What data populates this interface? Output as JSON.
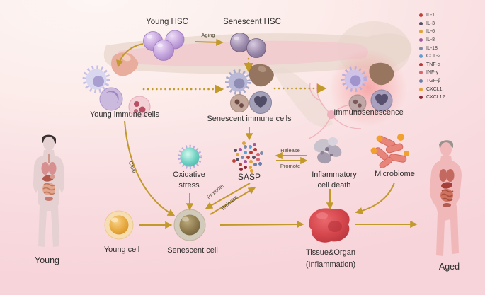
{
  "nodes": {
    "young_hsc": "Young HSC",
    "senescent_hsc": "Senescent HSC",
    "young_immune_cells": "Young immune cells",
    "senescent_immune_cells": "Senescent immune cells",
    "immunosenescence": "Immunosenescence",
    "oxidative_stress_l1": "Oxidative",
    "oxidative_stress_l2": "stress",
    "sasp": "SASP",
    "inflammatory_l1": "Inflammatory",
    "inflammatory_l2": "cell death",
    "microbiome": "Microbiome",
    "young_cell": "Young cell",
    "senescent_cell": "Senescent cell",
    "tissue_l1": "Tissue&Organ",
    "tissue_l2": "(Inflammation)",
    "young_person": "Young",
    "aged_person": "Aged"
  },
  "edge_labels": {
    "aging": "Aging",
    "clear": "Clear",
    "promote_diagonal": "Promote",
    "release_diagonal": "Release",
    "release_horizontal": "Release",
    "promote_horizontal": "Promote"
  },
  "legend": {
    "items": [
      {
        "label": "IL-1",
        "color": "#bf4138"
      },
      {
        "label": "IL-3",
        "color": "#575065"
      },
      {
        "label": "IL-6",
        "color": "#dca43e"
      },
      {
        "label": "IL-8",
        "color": "#a4599e"
      },
      {
        "label": "IL-18",
        "color": "#7d8bab"
      },
      {
        "label": "CCL-2",
        "color": "#5f9fd4"
      },
      {
        "label": "TNF-α",
        "color": "#b93a34"
      },
      {
        "label": "INF-γ",
        "color": "#d96570"
      },
      {
        "label": "TGF-β",
        "color": "#6a7fa9"
      },
      {
        "label": "CXCL1",
        "color": "#e2a236"
      },
      {
        "label": "CXCL12",
        "color": "#8c2735"
      }
    ]
  },
  "colors": {
    "arrow": "#c2992b",
    "immunosenescence_glow": "#f25f5f",
    "background_top": "#fdf6f4",
    "background_bottom": "#f7d4da"
  }
}
